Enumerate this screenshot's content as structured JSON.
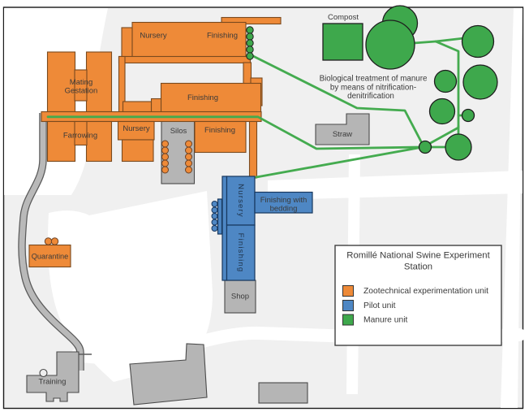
{
  "map_title": "Romillé National Swine Experiment Station",
  "colors": {
    "zootechnical_orange": "#EE8A38",
    "pilot_blue": "#4E87C4",
    "manure_green": "#3EA84C",
    "building_gray": "#B5B5B5"
  },
  "legend": {
    "title_line1": "Romillé National Swine Experiment",
    "title_line2": "Station",
    "items": [
      {
        "label": "Zootechnical experimentation unit",
        "color": "#EE8A38"
      },
      {
        "label": "Pilot unit",
        "color": "#4E87C4"
      },
      {
        "label": "Manure unit",
        "color": "#3EA84C"
      }
    ]
  },
  "labels": {
    "nursery_top": "Nursery",
    "finishing_top": "Finishing",
    "mating": "Mating",
    "gestation": "Gestation",
    "finishing_mid": "Finishing",
    "farrowing": "Farrowing",
    "nursery_low": "Nursery",
    "silos": "Silos",
    "finishing_low": "Finishing",
    "quarantine": "Quarantine",
    "training": "Training",
    "shop": "Shop",
    "straw": "Straw",
    "compost": "Compost",
    "nursery_pilot": "Nursery",
    "finishing_pilot": "Finishing",
    "finishing_bedding_line1": "Finishing with",
    "finishing_bedding_line2": "bedding",
    "bio_line1": "Biological treatment of manure",
    "bio_line2": "by means of nitrification-",
    "bio_line3": "denitrification"
  }
}
